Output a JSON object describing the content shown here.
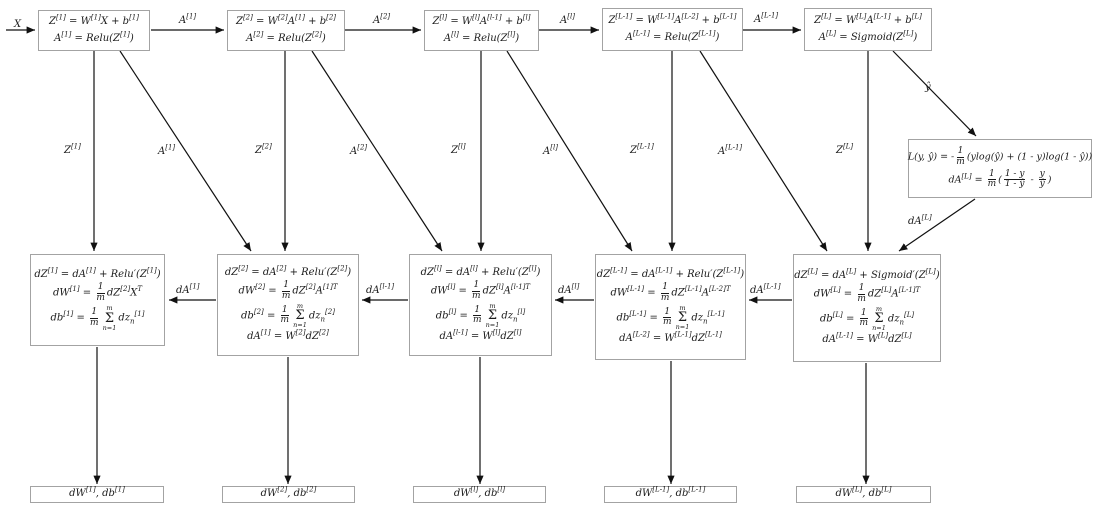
{
  "diagram": {
    "title": "deep-neural-network-forward-backward-propagation",
    "colors": {
      "background": "#ffffff",
      "arrow_line": "#111111",
      "box_border": "#a3a3a3",
      "text": "#1a1a1a"
    },
    "input_label": "X",
    "forward_boxes": [
      {
        "lines": [
          "Z^{[1]} = W^{[1]}X + b^{[1]}",
          "A^{[1]} = Relu(Z^{[1]})"
        ]
      },
      {
        "lines": [
          "Z^{[2]} = W^{[2]}A^{[1]} + b^{[2]}",
          "A^{[2]} = Relu(Z^{[2]})"
        ]
      },
      {
        "lines": [
          "Z^{[l]} = W^{[l]}A^{[l-1]} + b^{[l]}",
          "A^{[l]} = Relu(Z^{[l]})"
        ]
      },
      {
        "lines": [
          "Z^{[L-1]} = W^{[L-1]}A^{[L-2]} + b^{[L-1]}",
          "A^{[L-1]} = Relu(Z^{[L-1]})"
        ]
      },
      {
        "lines": [
          "Z^{[L]} = W^{[L]}A^{[L-1]} + b^{[L]}",
          "A^{[L]} = Sigmoid(Z^{[L]})"
        ]
      }
    ],
    "forward_arrow_labels": [
      "A^{[1]}",
      "A^{[2]}",
      "A^{[l]}",
      "A^{[L-1]}"
    ],
    "z_arrow_labels": [
      "Z^{[1]}",
      "Z^{[2]}",
      "Z^{[l]}",
      "Z^{[L-1]}",
      "Z^{[L]}"
    ],
    "a_diagonal_labels": [
      "A^{[1]}",
      "A^{[2]}",
      "A^{[l]}",
      "A^{[L-1]}"
    ],
    "yhat_label": "ŷ",
    "dA_L_label": "dA^{[L]}",
    "loss_box": {
      "lines": [
        "L(y, ŷ) = -\\frac{1}{m}(ylog(ŷ) + (1 - y)log(1 - ŷ))",
        "dA^{[L]} = \\frac{1}{m}(\\frac{1 - y}{1 - ŷ} - \\frac{y}{ŷ})"
      ]
    },
    "backward_boxes": [
      {
        "lines": [
          "dZ^{[1]} = dA^{[1]} + Relu′(Z^{[1]})",
          "dW^{[1]} = \\frac{1}{m}dZ^{[2]}X^{T}",
          "db^{[1]} = \\frac{1}{m}\\sum_{n=1}^{m}dz_{n}^{[1]}"
        ]
      },
      {
        "lines": [
          "dZ^{[2]} = dA^{[2]} + Relu′(Z^{[2]})",
          "dW^{[2]} = \\frac{1}{m}dZ^{[2]}A^{[1]T}",
          "db^{[2]} = \\frac{1}{m}\\sum_{n=1}^{m}dz_{n}^{[2]}",
          "dA^{[1]} = W^{[2]}dZ^{[2]}"
        ]
      },
      {
        "lines": [
          "dZ^{[l]} = dA^{[l]} + Relu′(Z^{[l]})",
          "dW^{[l]} = \\frac{1}{m}dZ^{[l]}A^{[l-1]T}",
          "db^{[l]} = \\frac{1}{m}\\sum_{n=1}^{m}dz_{n}^{[l]}",
          "dA^{[l-1]} = W^{[l]}dZ^{[l]}"
        ]
      },
      {
        "lines": [
          "dZ^{[L-1]} = dA^{[L-1]} + Relu′(Z^{[L-1]})",
          "dW^{[L-1]} = \\frac{1}{m}dZ^{[L-1]}A^{[L-2]T}",
          "db^{[L-1]} = \\frac{1}{m}\\sum_{n=1}^{m}dz_{n}^{[L-1]}",
          "dA^{[L-2]} = W^{[L-1]}dZ^{[L-1]}"
        ]
      },
      {
        "lines": [
          "dZ^{[L]} = dA^{[L]} + Sigmoid′(Z^{[L]})",
          "dW^{[L]} = \\frac{1}{m}dZ^{[L]}A^{[L-1]T}",
          "db^{[L]} = \\frac{1}{m}\\sum_{n=1}^{m}dz_{n}^{[L]}",
          "dA^{[L-1]} = W^{[L]}dZ^{[L]}"
        ]
      }
    ],
    "backward_arrow_labels": [
      "dA^{[1]}",
      "dA^{[l-1]}",
      "dA^{[l]}",
      "dA^{[L-1]}"
    ],
    "gradient_boxes": [
      "dW^{[1]}, db^{[1]}",
      "dW^{[2]}, db^{[2]}",
      "dW^{[l]}, db^{[l]}",
      "dW^{[L-1]}, db^{[L-1]}",
      "dW^{[L]}, db^{[L]}"
    ]
  }
}
